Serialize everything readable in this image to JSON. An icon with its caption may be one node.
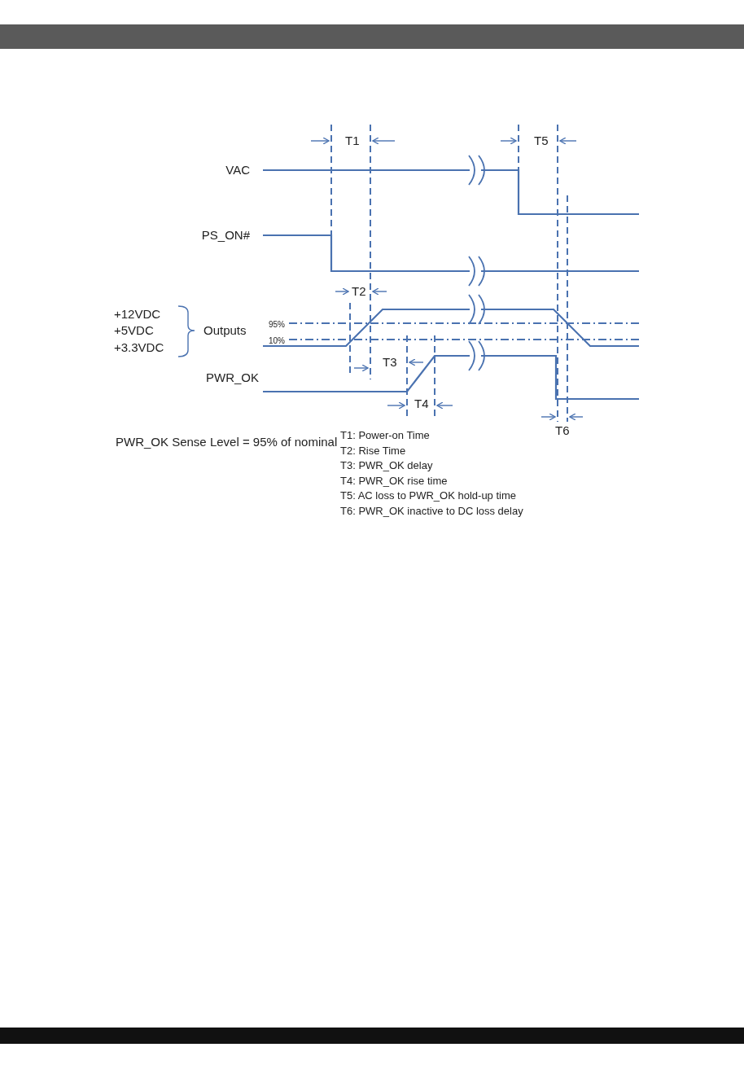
{
  "diagram": {
    "labels": [
      "T1",
      "T5",
      "VAC",
      "PS_ON#",
      "T2",
      "+12VDC",
      "+5VDC",
      "+3.3VDC",
      "Outputs",
      "95%",
      "10%",
      "T3",
      "PWR_OK",
      "T4",
      "T6",
      "PWR_OK Sense Level = 95% of nominal",
      "T1: Power-on Time",
      "T2: Rise Time",
      "T3: PWR_OK delay",
      "T4: PWR_OK rise time",
      "T5: AC loss to PWR_OK hold-up time",
      "T6: PWR_OK inactive to DC loss delay"
    ]
  }
}
